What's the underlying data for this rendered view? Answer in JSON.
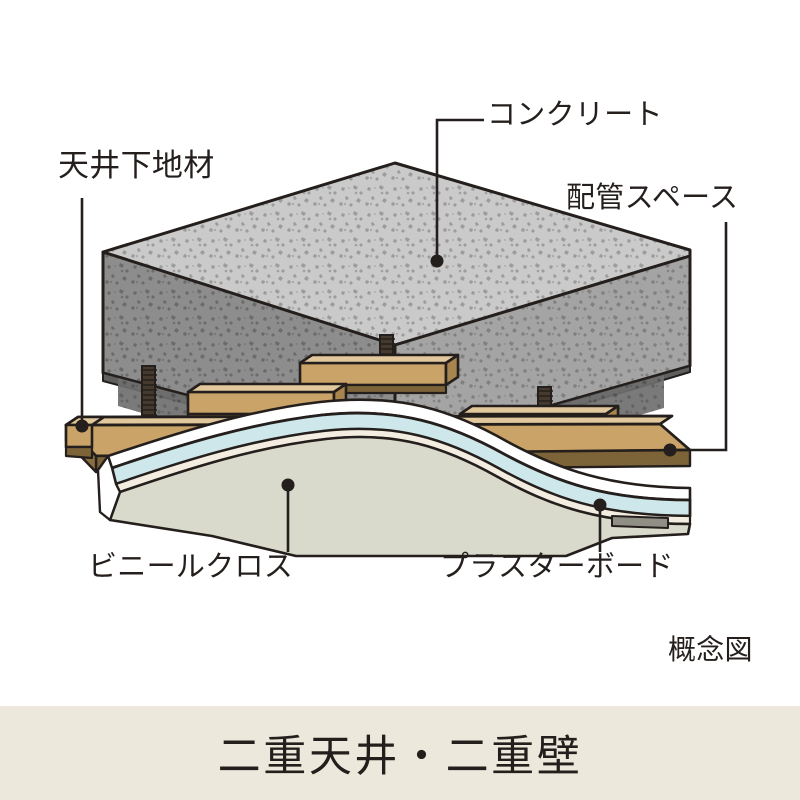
{
  "diagram": {
    "title": "二重天井・二重壁",
    "caption": "概念図",
    "labels": {
      "ceiling_base": "天井下地材",
      "concrete": "コンクリート",
      "pipe_space": "配管スペース",
      "vinyl_cloth": "ビニールクロス",
      "plasterboard": "プラスターボード"
    },
    "colors": {
      "background": "#ffffff",
      "banner_bg": "#ece8dc",
      "text": "#241f1c",
      "concrete_top": "#c9c9c9",
      "concrete_front_left": "#8d8d8d",
      "concrete_front_right": "#a3a3a3",
      "concrete_underside": "#6f6f6f",
      "wood_top": "#c9a368",
      "wood_end": "#e2c89d",
      "wood_side": "#8a6e42",
      "plasterboard": "#cde7ea",
      "plasterboard_edge": "#f2ece0",
      "vinyl_cloth": "#d9dacb",
      "rod": "#3a2f26",
      "outline": "#241f1c"
    }
  }
}
